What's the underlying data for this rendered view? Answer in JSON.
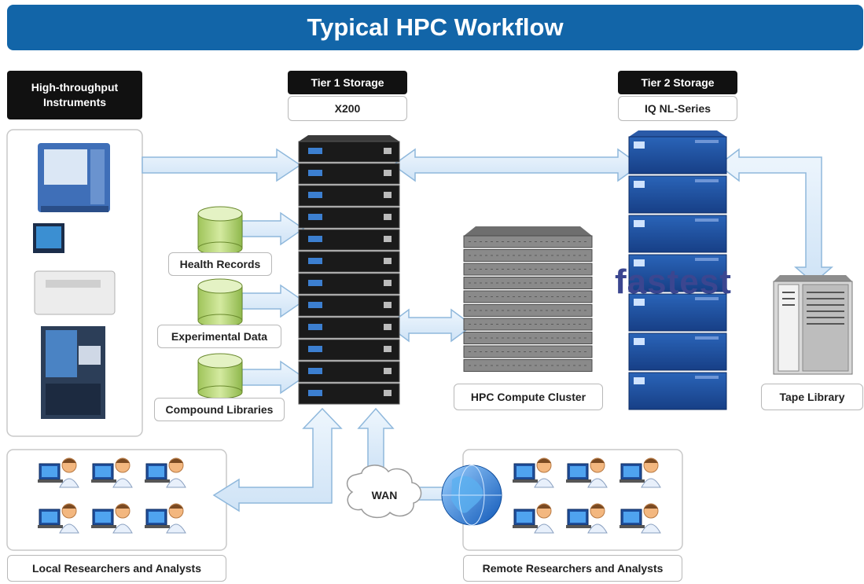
{
  "title": "Typical HPC Workflow",
  "labels": {
    "instruments": "High-throughput\nInstruments",
    "tier1": "Tier 1 Storage",
    "tier1_model": "X200",
    "tier2": "Tier 2 Storage",
    "tier2_model": "IQ NL-Series",
    "health_records": "Health Records",
    "experimental_data": "Experimental Data",
    "compound_libraries": "Compound Libraries",
    "hpc_cluster": "HPC Compute Cluster",
    "tape_library": "Tape Library",
    "wan": "WAN",
    "local_researchers": "Local Researchers and Analysts",
    "remote_researchers": "Remote Researchers and Analysts",
    "watermark": "fastest"
  },
  "colors": {
    "title_bar": "#1265a8",
    "arrow_fill": "#d6e8f8",
    "arrow_stroke": "#8fb8dc",
    "storage_blue": "#1c4f9c",
    "database_green": "#b7d77a"
  }
}
